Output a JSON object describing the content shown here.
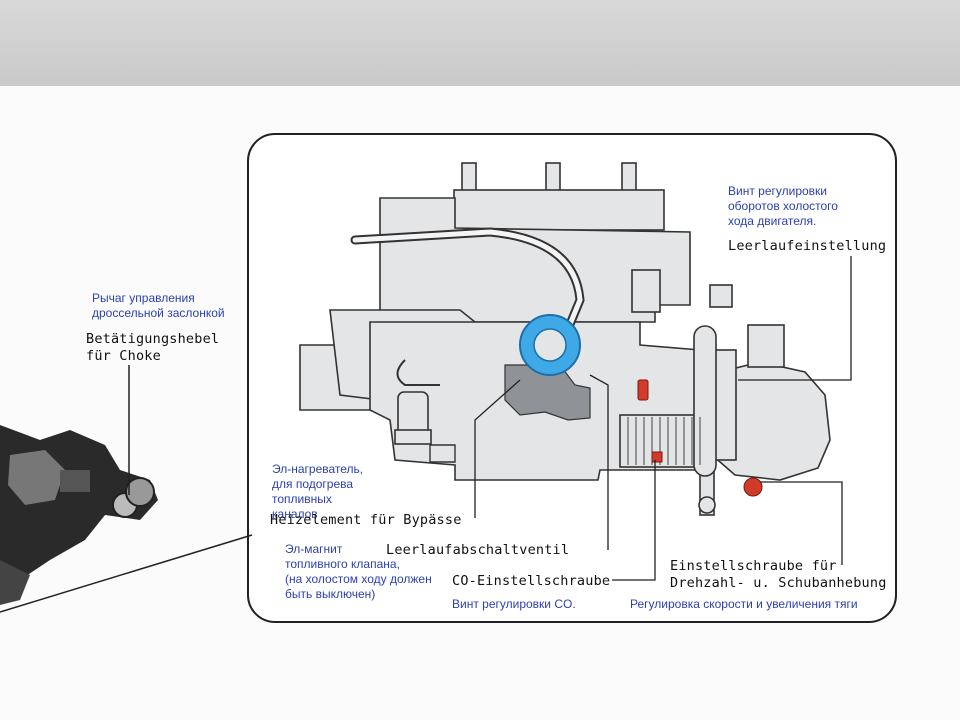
{
  "labels": {
    "idle_ru": [
      "Винт регулировки",
      "оборотов холостого",
      "хода двигателя."
    ],
    "idle_de": "Leerlaufeinstellung",
    "choke_ru": [
      "Рычаг управления",
      "дроссельной заслонкой"
    ],
    "choke_de": [
      "Betätigungshebel",
      "für Choke"
    ],
    "heater_ru": [
      "Эл-нагреватель,",
      "для подогрева",
      "топливных",
      "каналов"
    ],
    "heater_de": "Heizelement für Bypässe",
    "solenoid_ru": [
      "Эл-магнит",
      "топливного клапана,",
      "(на холостом ходу должен",
      "быть выключен)"
    ],
    "solenoid_de": "Leerlaufabschaltventil",
    "co_de": "CO-Einstellschraube",
    "co_ru": "Винт регулировки CO.",
    "speed_de": [
      "Einstellschraube für",
      "Drehzahl- u. Schubanhebung"
    ],
    "speed_ru": "Регулировка скорости и увеличения тяги"
  },
  "colors": {
    "russian_text": "#2b3fb0",
    "german_text": "#111111",
    "cutaway_highlight": "#3fa9e8",
    "body_fill": "#e3e5e7",
    "marker_red": "#d23a2a"
  }
}
